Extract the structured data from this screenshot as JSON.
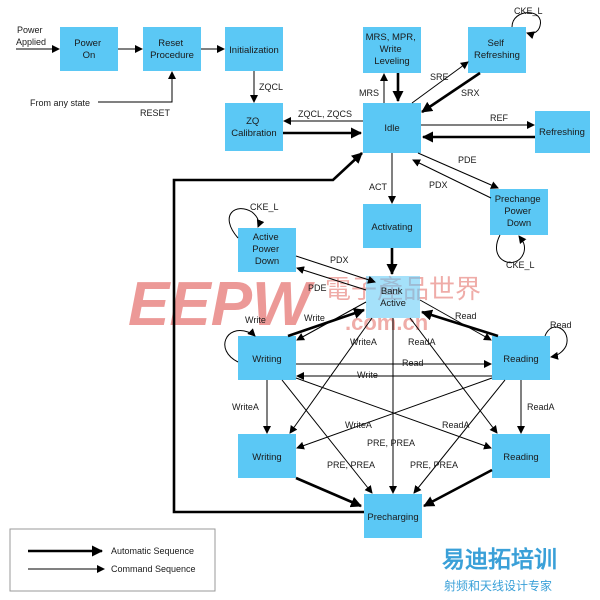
{
  "states": {
    "power_on": [
      "Power",
      "On"
    ],
    "reset_procedure": [
      "Reset",
      "Procedure"
    ],
    "initialization": [
      "Initialization"
    ],
    "zq_calibration": [
      "ZQ",
      "Calibration"
    ],
    "mrs": [
      "MRS, MPR,",
      "Write",
      "Leveling"
    ],
    "self_refreshing": [
      "Self",
      "Refreshing"
    ],
    "idle": [
      "Idle"
    ],
    "refreshing": [
      "Refreshing"
    ],
    "prechange_power_down": [
      "Prechange",
      "Power",
      "Down"
    ],
    "activating": [
      "Activating"
    ],
    "active_power_down": [
      "Active",
      "Power",
      "Down"
    ],
    "bank_active": [
      "Bank",
      "Active"
    ],
    "writing": [
      "Writing"
    ],
    "reading": [
      "Reading"
    ],
    "writing_ap": [
      "Writing"
    ],
    "reading_ap": [
      "Reading"
    ],
    "precharging": [
      "Precharging"
    ]
  },
  "labels": {
    "power_applied": [
      "Power",
      "Applied"
    ],
    "from_any_state": "From any state",
    "reset": "RESET",
    "zqcl": "ZQCL",
    "zqcl_zqcs": "ZQCL, ZQCS",
    "mrs": "MRS",
    "sre": "SRE",
    "srx": "SRX",
    "cke_l_self": "CKE_L",
    "ref": "REF",
    "pde_idle": "PDE",
    "pdx_idle": "PDX",
    "cke_l_pre": "CKE_L",
    "act": "ACT",
    "cke_l_active": "CKE_L",
    "pdx_active": "PDX",
    "pde_active": "PDE",
    "write_loop": "Write",
    "write_bank": "Write",
    "writea_bank": "WriteA",
    "reada_bank": "ReadA",
    "read_bank": "Read",
    "read_loop": "Read",
    "read_mid": "Read",
    "write_mid": "Write",
    "writea_down": "WriteA",
    "reada_down": "ReadA",
    "writea_cross": "WriteA",
    "reada_cross": "ReadA",
    "pre_prea_center": "PRE, PREA",
    "pre_prea_left": "PRE, PREA",
    "pre_prea_right": "PRE, PREA"
  },
  "legend": {
    "automatic": "Automatic Sequence",
    "command": "Command Sequence"
  },
  "watermark": {
    "logo": "EEPW",
    "cn_top": "電子產品世界",
    "url": ".com.cn",
    "brand": "易迪拓培训",
    "brand_sub": "射频和天线设计专家",
    "brand_color": "#3aa0d8"
  },
  "colors": {
    "state_fill": "#5bc8f5",
    "watermark_red": "#d9322b"
  }
}
